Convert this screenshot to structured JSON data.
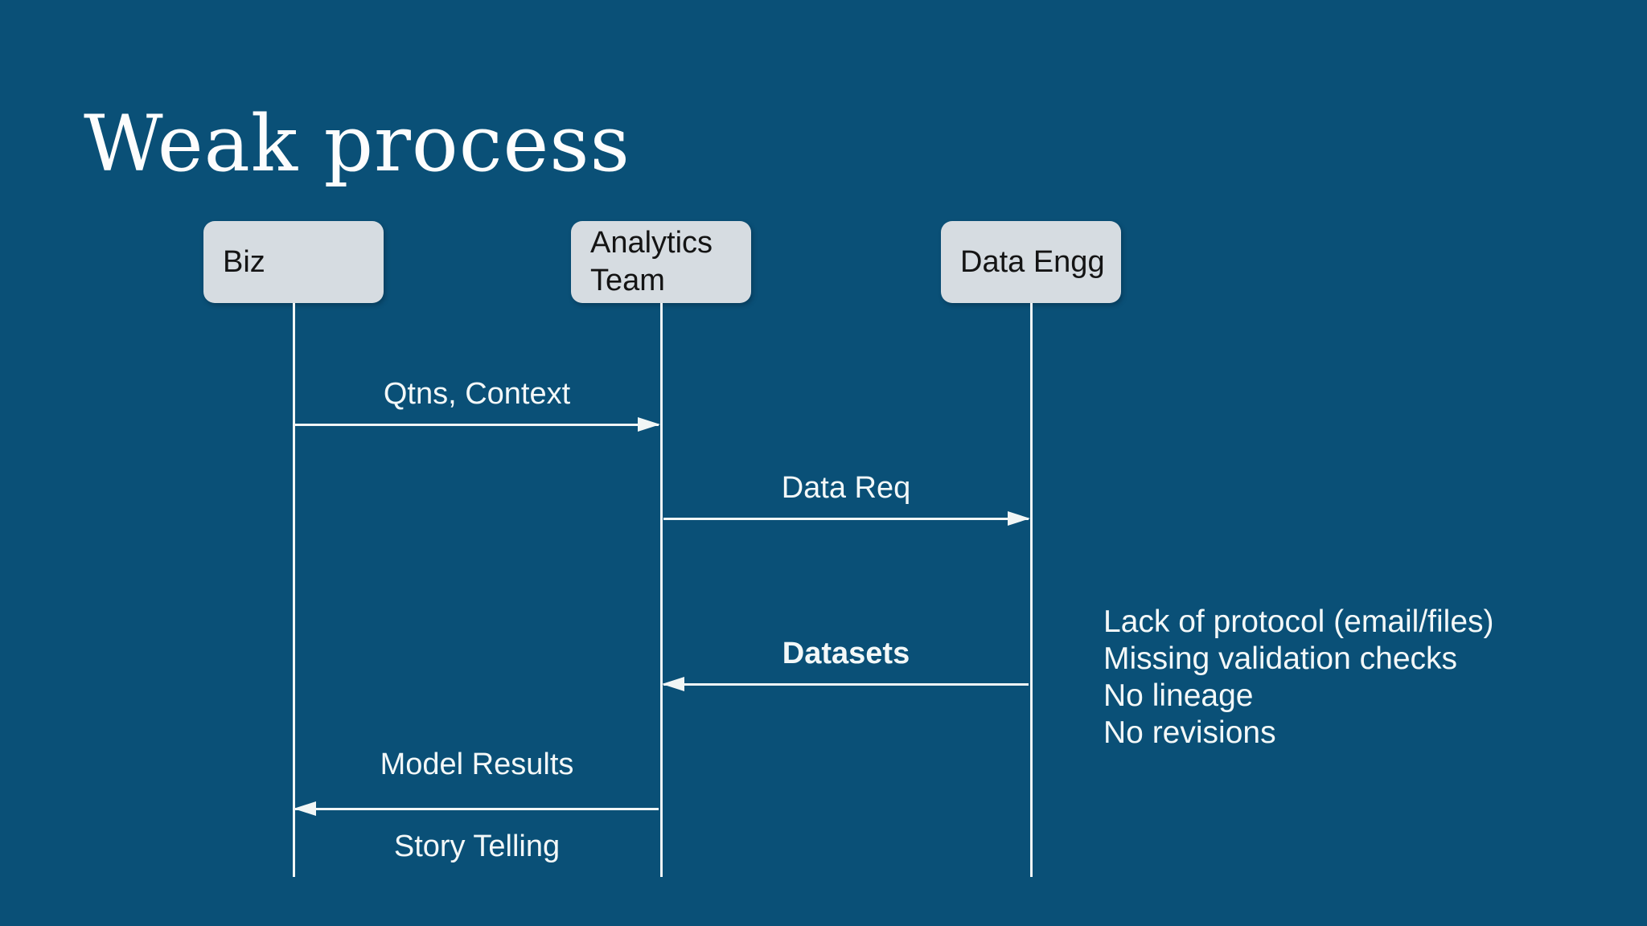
{
  "slide": {
    "title": "Weak process"
  },
  "colors": {
    "background": "#0a5077",
    "actor-fill": "#d6dce1",
    "actor-text": "#141414",
    "line": "#f1f6f6",
    "label-text": "#f3f8f8",
    "title-text": "#fdfdfd"
  },
  "actors": [
    {
      "id": "biz",
      "label": "Biz"
    },
    {
      "id": "analytics-team",
      "label": "Analytics Team"
    },
    {
      "id": "data-engg",
      "label": "Data Engg"
    }
  ],
  "messages": [
    {
      "label": "Qtns, Context",
      "from": "Biz",
      "to": "Analytics Team",
      "direction": "right",
      "style": "regular"
    },
    {
      "label": "Data Req",
      "from": "Analytics Team",
      "to": "Data Engg",
      "direction": "right",
      "style": "regular"
    },
    {
      "label": "Datasets",
      "from": "Data Engg",
      "to": "Analytics Team",
      "direction": "left",
      "style": "bold"
    },
    {
      "label": "Model Results",
      "sublabel": "Story Telling",
      "from": "Analytics Team",
      "to": "Biz",
      "direction": "left",
      "style": "regular"
    }
  ],
  "annotations": {
    "lines": [
      "Lack of protocol (email/files)",
      "Missing validation checks",
      "No lineage",
      "No revisions"
    ]
  }
}
